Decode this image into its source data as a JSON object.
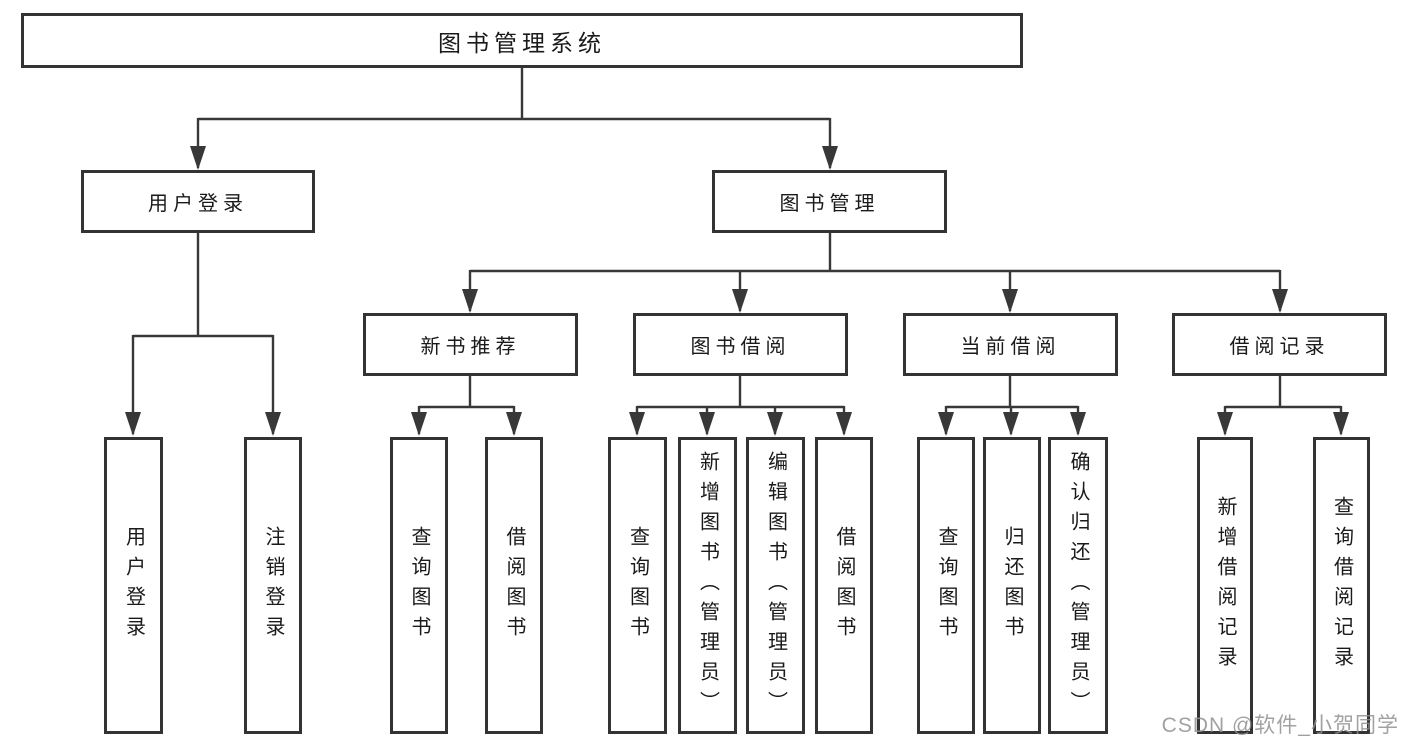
{
  "diagram": {
    "type": "hierarchy-tree",
    "root": {
      "label": "图书管理系统",
      "children": [
        {
          "label": "用户登录",
          "children": [
            {
              "label": "用户登录"
            },
            {
              "label": "注销登录"
            }
          ]
        },
        {
          "label": "图书管理",
          "children": [
            {
              "label": "新书推荐",
              "children": [
                {
                  "label": "查询图书"
                },
                {
                  "label": "借阅图书"
                }
              ]
            },
            {
              "label": "图书借阅",
              "children": [
                {
                  "label": "查询图书"
                },
                {
                  "label": "新增图书（管理员）"
                },
                {
                  "label": "编辑图书（管理员）"
                },
                {
                  "label": "借阅图书"
                }
              ]
            },
            {
              "label": "当前借阅",
              "children": [
                {
                  "label": "查询图书"
                },
                {
                  "label": "归还图书"
                },
                {
                  "label": "确认归还（管理员）"
                }
              ]
            },
            {
              "label": "借阅记录",
              "children": [
                {
                  "label": "新增借阅记录"
                },
                {
                  "label": "查询借阅记录"
                }
              ]
            }
          ]
        }
      ]
    }
  },
  "watermark": {
    "text": "CSDN @软件_小贺同学"
  },
  "colors": {
    "line": "#383838",
    "box_border": "#333333",
    "box_fill": "#ffffff",
    "text": "#1a1a1a",
    "watermark": "#919191"
  }
}
